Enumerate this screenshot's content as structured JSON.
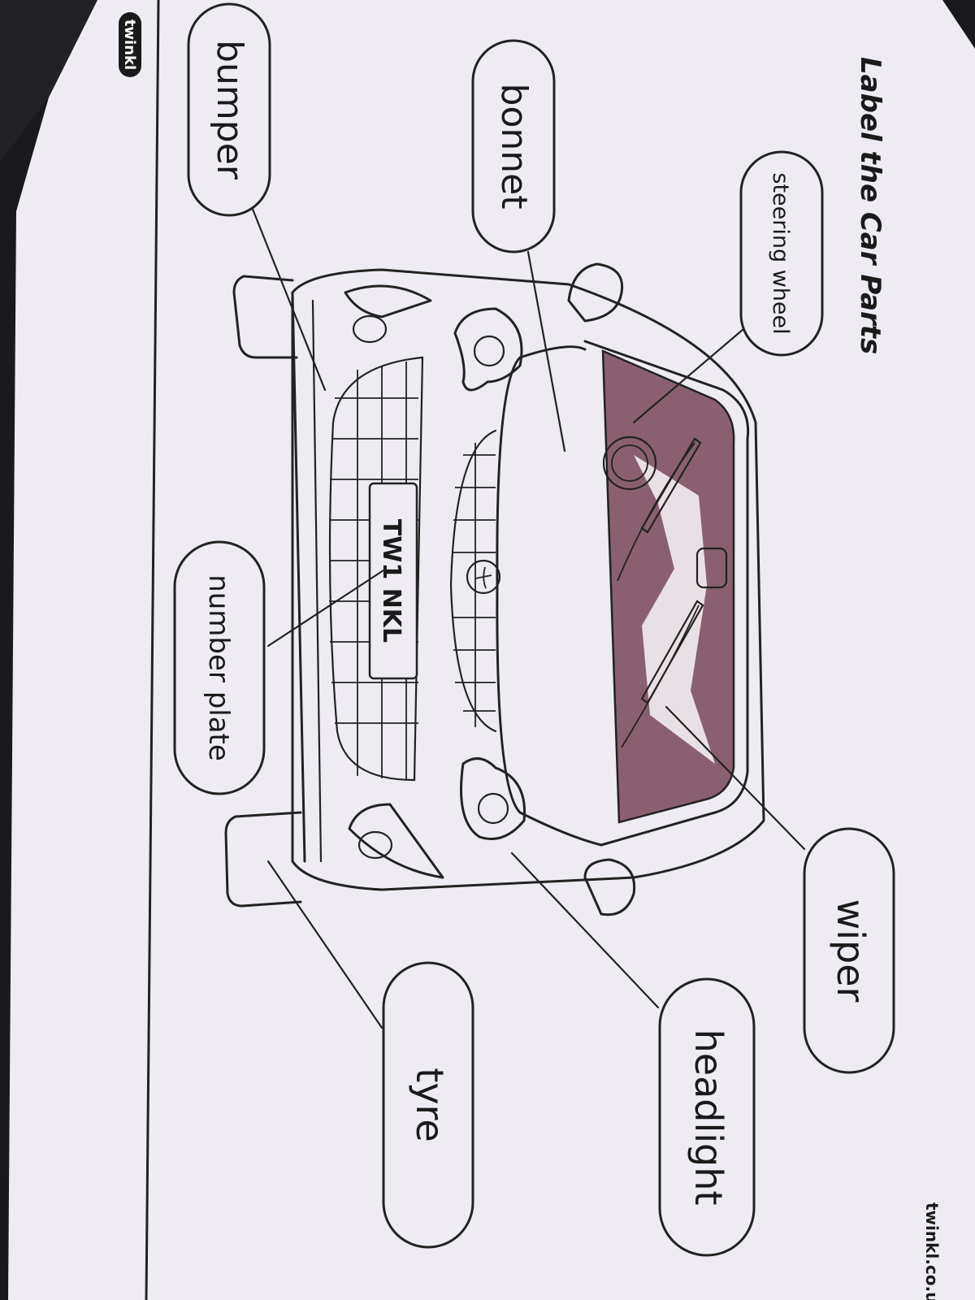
{
  "worksheet": {
    "title": "Label the Car Parts",
    "brand_logo": "twinkl",
    "footer_url": "twinkl.co.uk",
    "number_plate_text": "TW1 NKL"
  },
  "labels": {
    "bumper": "bumper",
    "bonnet": "bonnet",
    "steering_wheel": "steering wheel",
    "number_plate": "number plate",
    "wiper": "wiper",
    "headlight": "headlight",
    "tyre": "tyre"
  },
  "colors": {
    "paper": "#eeecf2",
    "windscreen": "#8a6070",
    "ink": "#1a1a1a",
    "background": "#1a1a1c"
  }
}
